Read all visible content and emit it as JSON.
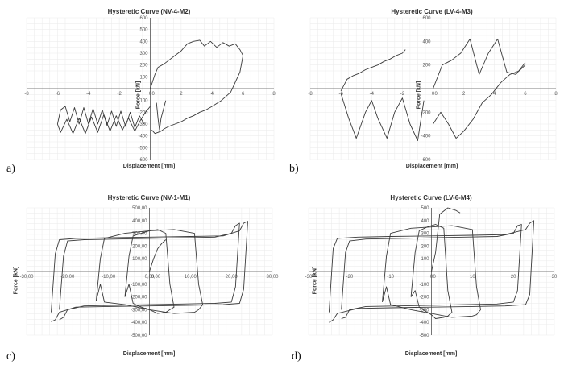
{
  "chart_data": [
    {
      "type": "line",
      "letter": "a)",
      "title": "Hysteretic Curve (NV-4-M2)",
      "xlabel": "Displacement [mm]",
      "ylabel": "Force [kN]",
      "xlim": [
        -8,
        8
      ],
      "ylim": [
        -600,
        600
      ],
      "xticks": [
        -8,
        -6,
        -4,
        -2,
        0,
        2,
        4,
        6,
        8
      ],
      "yticks": [
        -600,
        -500,
        -400,
        -300,
        -200,
        -100,
        0,
        100,
        200,
        300,
        400,
        500,
        600
      ],
      "xtick_labels": [
        "-8",
        "-6",
        "-4",
        "-2",
        "0",
        "2",
        "4",
        "6",
        "8"
      ],
      "ytick_labels": [
        "-600",
        "-500",
        "-400",
        "-300",
        "-200",
        "-100",
        "0",
        "100",
        "200",
        "300",
        "400",
        "500",
        "600"
      ],
      "grid": true,
      "series": [
        {
          "x": [
            0,
            0.3,
            0.5,
            0.9,
            1.2,
            1.6,
            2.0,
            2.4,
            2.8,
            3.2,
            3.5,
            3.9,
            4.3,
            4.7,
            5.1,
            5.5,
            5.8,
            6.0,
            5.8,
            5.2,
            4.6,
            4.0,
            3.6,
            3.2,
            2.8,
            2.4,
            2.0,
            1.6,
            1.2,
            0.9,
            0.7,
            0.5,
            0.3,
            0.1
          ],
          "y": [
            0,
            120,
            180,
            210,
            240,
            280,
            320,
            380,
            400,
            410,
            360,
            400,
            350,
            390,
            360,
            380,
            330,
            280,
            140,
            -30,
            -100,
            -150,
            -180,
            -200,
            -230,
            -250,
            -280,
            -300,
            -320,
            -340,
            -360,
            -370,
            -380,
            -350
          ]
        },
        {
          "x": [
            0.4,
            0.5,
            0.6,
            0.7,
            0.8,
            0.9,
            1.0
          ],
          "y": [
            -120,
            -250,
            -350,
            -250,
            -200,
            -150,
            -100
          ]
        },
        {
          "x": [
            0,
            -0.3,
            -0.6,
            -1.0,
            -1.4,
            -1.8,
            -2.2,
            -2.6,
            -3.0,
            -3.4,
            -3.8,
            -4.2,
            -4.6,
            -5.0,
            -5.4,
            -5.8,
            -6.0,
            -5.8,
            -5.5,
            -5.2,
            -4.9,
            -4.6,
            -4.3,
            -4.0,
            -3.7,
            -3.4,
            -3.1,
            -2.8,
            -2.5,
            -2.2,
            -1.9,
            -1.6,
            -1.3,
            -1.0,
            -0.7,
            -0.4
          ],
          "y": [
            -150,
            -200,
            -260,
            -360,
            -250,
            -350,
            -230,
            -360,
            -220,
            -370,
            -240,
            -380,
            -250,
            -380,
            -260,
            -370,
            -300,
            -180,
            -150,
            -280,
            -160,
            -300,
            -160,
            -300,
            -170,
            -300,
            -180,
            -310,
            -190,
            -320,
            -190,
            -320,
            -200,
            -330,
            -230,
            -300
          ]
        }
      ]
    },
    {
      "type": "line",
      "letter": "b)",
      "title": "Hysteretic Curve (LV-4-M3)",
      "xlabel": "Displacement [mm]",
      "ylabel": "Force [kN]",
      "xlim": [
        -8,
        8
      ],
      "ylim": [
        -600,
        600
      ],
      "xticks": [
        -8,
        -6,
        -4,
        -2,
        0,
        2,
        4,
        6,
        8
      ],
      "yticks": [
        -600,
        -400,
        -200,
        0,
        200,
        400,
        600
      ],
      "xtick_labels": [
        "-8",
        "-6",
        "-4",
        "-2",
        "0",
        "2",
        "4",
        "6",
        "8"
      ],
      "ytick_labels": [
        "-600",
        "-400",
        "-200",
        "0",
        "200",
        "400",
        "600"
      ],
      "grid": true,
      "series": [
        {
          "x": [
            -6.0,
            -5.6,
            -5.2,
            -4.8,
            -4.4,
            -4.0,
            -3.6,
            -3.2,
            -2.8,
            -2.4,
            -2.0,
            -1.8
          ],
          "y": [
            -20,
            80,
            110,
            130,
            160,
            180,
            200,
            230,
            250,
            280,
            300,
            330
          ]
        },
        {
          "x": [
            -6.0,
            -5.5,
            -5.0,
            -4.4,
            -4.0,
            -3.6,
            -3.0,
            -2.5,
            -2.0,
            -1.5,
            -1.0,
            -0.6
          ],
          "y": [
            -40,
            -250,
            -420,
            -200,
            -100,
            -250,
            -420,
            -200,
            -80,
            -300,
            -440,
            -100
          ]
        },
        {
          "x": [
            0,
            0.6,
            1.2,
            1.8,
            2.4,
            3.0,
            3.6,
            4.2,
            4.8,
            5.4,
            6.0
          ],
          "y": [
            0,
            200,
            240,
            300,
            420,
            120,
            300,
            420,
            140,
            120,
            220
          ]
        },
        {
          "x": [
            0,
            0.5,
            1.0,
            1.5,
            2.0,
            2.6,
            3.2,
            3.8,
            4.4,
            5.0,
            5.6,
            6.0
          ],
          "y": [
            -300,
            -200,
            -300,
            -420,
            -360,
            -260,
            -120,
            -50,
            50,
            120,
            150,
            200
          ]
        }
      ]
    },
    {
      "type": "line",
      "letter": "c)",
      "title": "Hysteretic Curve (NV-1-M1)",
      "xlabel": "Displacement [mm]",
      "ylabel": "Force [kN]",
      "xlim": [
        -30,
        30
      ],
      "ylim": [
        -500,
        500
      ],
      "xticks": [
        -30,
        -20,
        -10,
        0,
        10,
        20,
        30
      ],
      "yticks": [
        -500,
        -400,
        -300,
        -200,
        -100,
        0,
        100,
        200,
        300,
        400,
        500
      ],
      "xtick_labels": [
        "-30,00",
        "-20,00",
        "-10,00",
        "0,00",
        "10,00",
        "20,00",
        "30,00"
      ],
      "ytick_labels": [
        "-500,00",
        "-400,00",
        "-300,00",
        "-200,00",
        "-100,00",
        "0,00",
        "100,00",
        "200,00",
        "300,00",
        "400,00",
        "500,00"
      ],
      "grid": true,
      "series": [
        {
          "x": [
            -22,
            -21,
            -20,
            -16,
            -8,
            0,
            8,
            16,
            20,
            21,
            22,
            21,
            20,
            16,
            8,
            0,
            -8,
            -16,
            -20,
            -21,
            -22
          ],
          "y": [
            -300,
            120,
            240,
            250,
            255,
            260,
            265,
            270,
            300,
            360,
            380,
            -120,
            -240,
            -250,
            -255,
            -260,
            -265,
            -270,
            -300,
            -360,
            -380
          ]
        },
        {
          "x": [
            -24,
            -23,
            -22,
            -18,
            -10,
            0,
            10,
            18,
            22,
            23,
            24,
            23,
            22,
            18,
            10,
            0,
            -10,
            -18,
            -22,
            -23,
            -24
          ],
          "y": [
            -320,
            140,
            250,
            260,
            265,
            270,
            275,
            280,
            320,
            380,
            395,
            -140,
            -250,
            -260,
            -265,
            -270,
            -275,
            -280,
            -320,
            -380,
            -395
          ]
        },
        {
          "x": [
            -13,
            -12,
            -11,
            -6,
            0,
            6,
            11,
            12,
            13,
            12,
            11,
            6,
            0,
            -6,
            -11,
            -12,
            -13
          ],
          "y": [
            -230,
            100,
            260,
            300,
            320,
            330,
            300,
            -100,
            -260,
            -300,
            -320,
            -330,
            -300,
            -260,
            -240,
            -100,
            -230
          ]
        },
        {
          "x": [
            -6,
            -5,
            -4,
            -2,
            0,
            2,
            4,
            5,
            6,
            5,
            4,
            2,
            0,
            -2,
            -4,
            -5,
            -6
          ],
          "y": [
            -200,
            120,
            280,
            300,
            320,
            330,
            300,
            -100,
            -280,
            -300,
            -320,
            -330,
            -300,
            -280,
            -250,
            -100,
            -200
          ]
        },
        {
          "x": [
            0,
            1,
            2,
            3,
            4
          ],
          "y": [
            0,
            100,
            180,
            220,
            250
          ]
        }
      ]
    },
    {
      "type": "line",
      "letter": "d)",
      "title": "Hysteretic Curve (LV-6-M4)",
      "xlabel": "Displacement [mm]",
      "ylabel": "Force [kN]",
      "xlim": [
        -30,
        30
      ],
      "ylim": [
        -500,
        500
      ],
      "xticks": [
        -30,
        -20,
        -10,
        0,
        10,
        20,
        30
      ],
      "yticks": [
        -500,
        -400,
        -300,
        -200,
        -100,
        0,
        100,
        200,
        300,
        400,
        500
      ],
      "xtick_labels": [
        "-30",
        "-20",
        "-10",
        "0",
        "10",
        "20",
        "30"
      ],
      "ytick_labels": [
        "-500",
        "-400",
        "-300",
        "-200",
        "-100",
        "0",
        "100",
        "200",
        "300",
        "400",
        "500"
      ],
      "grid": true,
      "series": [
        {
          "x": [
            -25,
            -24,
            -23,
            -18,
            -10,
            0,
            10,
            18,
            23,
            24,
            25,
            24,
            23,
            18,
            10,
            0,
            -10,
            -18,
            -23,
            -24,
            -25
          ],
          "y": [
            -320,
            180,
            260,
            270,
            275,
            280,
            285,
            290,
            330,
            380,
            400,
            -180,
            -260,
            -270,
            -275,
            -280,
            -285,
            -290,
            -330,
            -380,
            -400
          ]
        },
        {
          "x": [
            -22,
            -21,
            -20,
            -16,
            -8,
            0,
            8,
            16,
            20,
            21,
            22,
            21,
            20,
            16,
            8,
            0,
            -8,
            -16,
            -20,
            -21,
            -22
          ],
          "y": [
            -300,
            150,
            240,
            255,
            260,
            265,
            270,
            275,
            300,
            360,
            370,
            -150,
            -240,
            -255,
            -260,
            -265,
            -270,
            -275,
            -300,
            -360,
            -370
          ]
        },
        {
          "x": [
            -12,
            -11,
            -10,
            -5,
            0,
            5,
            10,
            11,
            12,
            11,
            10,
            5,
            0,
            -5,
            -10,
            -11,
            -12
          ],
          "y": [
            -240,
            120,
            300,
            340,
            350,
            360,
            330,
            -120,
            -300,
            -340,
            -350,
            -360,
            -330,
            -300,
            -260,
            -120,
            -240
          ]
        },
        {
          "x": [
            -5,
            -4,
            -3,
            -1,
            0,
            1,
            3,
            4,
            5,
            4,
            3,
            1,
            0,
            -1,
            -3,
            -4,
            -5
          ],
          "y": [
            -200,
            150,
            320,
            350,
            360,
            370,
            340,
            -150,
            -320,
            -350,
            -360,
            -370,
            -340,
            -320,
            -280,
            -150,
            -200
          ]
        },
        {
          "x": [
            0,
            1,
            2,
            4,
            6,
            7
          ],
          "y": [
            0,
            150,
            450,
            500,
            480,
            460
          ]
        }
      ]
    }
  ]
}
